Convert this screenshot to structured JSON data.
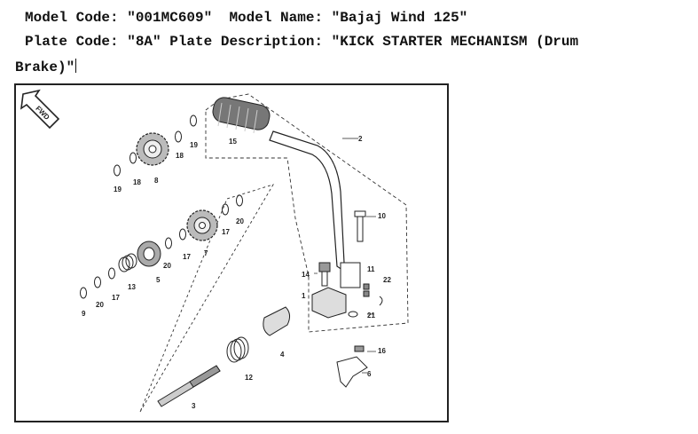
{
  "header": {
    "line1": "Model Code: \"001MC609\"  Model Name: \"Bajaj Wind 125\"",
    "line2": "Plate Code: \"8A\" Plate Description: \"KICK STARTER MECHANISM (Drum",
    "line3": "Brake)\""
  },
  "diagram": {
    "fwd_label": "FWD",
    "callouts": {
      "c1": "1",
      "c2": "2",
      "c3": "3",
      "c4": "4",
      "c5": "5",
      "c6": "6",
      "c7": "7",
      "c8": "8",
      "c9": "9",
      "c10": "10",
      "c11": "11",
      "c12": "12",
      "c13": "13",
      "c14": "14",
      "c15": "15",
      "c16": "16",
      "c17a": "17",
      "c17b": "17",
      "c17c": "17",
      "c18a": "18",
      "c18b": "18",
      "c19a": "19",
      "c19b": "19",
      "c20a": "20",
      "c20b": "20",
      "c20c": "20",
      "c21": "21",
      "c22": "22"
    }
  }
}
